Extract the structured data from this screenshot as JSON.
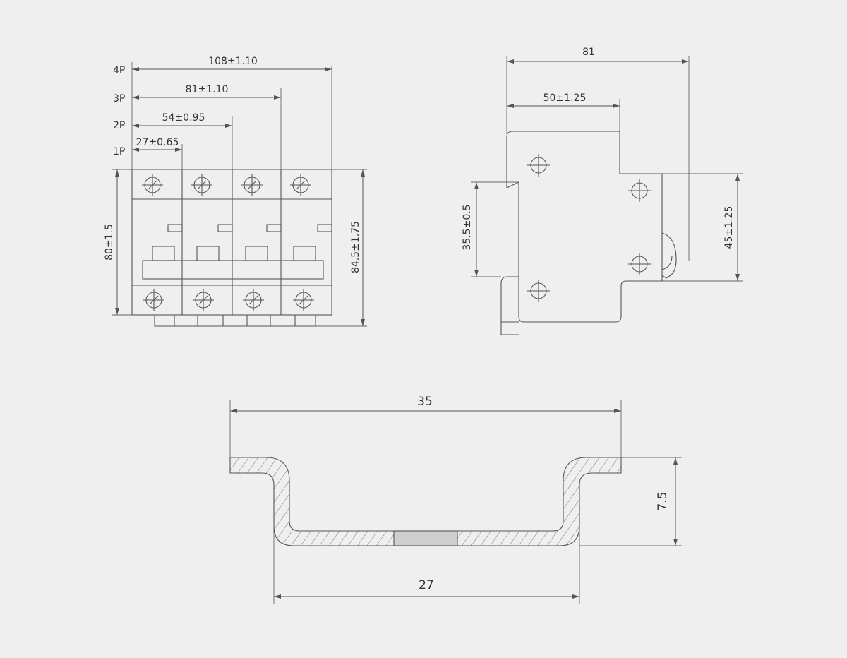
{
  "front_view": {
    "pole_labels": [
      "4P",
      "3P",
      "2P",
      "1P"
    ],
    "width_dims": [
      "108±1.10",
      "81±1.10",
      "54±0.95",
      "27±0.65"
    ],
    "height_left": "80±1.5",
    "height_right": "84.5±1.75"
  },
  "side_view": {
    "overall_width": "81",
    "upper_width": "50±1.25",
    "left_height": "35.5±0.5",
    "right_height": "45±1.25"
  },
  "rail_view": {
    "top_width": "35",
    "bottom_width": "27",
    "height": "7.5"
  }
}
